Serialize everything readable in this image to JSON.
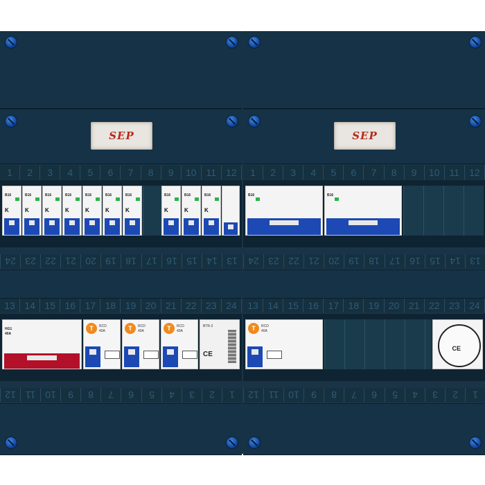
{
  "brand": "SEP",
  "top_numbers": [
    "1",
    "2",
    "3",
    "4",
    "5",
    "6",
    "7",
    "8",
    "9",
    "10",
    "11",
    "12"
  ],
  "mid_numbers_flipped": [
    "24",
    "23",
    "22",
    "21",
    "20",
    "19",
    "18",
    "17",
    "16",
    "15",
    "14",
    "13"
  ],
  "row2_numbers": [
    "13",
    "14",
    "15",
    "16",
    "17",
    "18",
    "19",
    "20",
    "21",
    "22",
    "23",
    "24"
  ],
  "bottom_numbers_flipped": [
    "12",
    "11",
    "10",
    "9",
    "8",
    "7",
    "6",
    "5",
    "4",
    "3",
    "2",
    "1"
  ],
  "left_row1_breakers": [
    {
      "rating": "B16",
      "k": "K"
    },
    {
      "rating": "B16",
      "k": "K"
    },
    {
      "rating": "B16",
      "k": "K"
    },
    {
      "rating": "B16",
      "k": "K"
    },
    {
      "rating": "B16",
      "k": "K"
    },
    {
      "rating": "B16",
      "k": "K"
    },
    {
      "rating": "B16",
      "k": "K"
    }
  ],
  "left_row1_breakers_b": [
    {
      "rating": "B16",
      "k": "K"
    },
    {
      "rating": "B16",
      "k": "K"
    },
    {
      "rating": "B16",
      "k": "K"
    }
  ],
  "right_row1": [
    {
      "rating": "B16"
    },
    {
      "rating": "B16"
    }
  ],
  "left_row2_main": {
    "label": "HG1",
    "rating": "40A"
  },
  "rcd_units": [
    {
      "mark": "T",
      "label": "RCD",
      "rating": "40A"
    },
    {
      "mark": "T",
      "label": "RCD",
      "rating": "40A"
    },
    {
      "mark": "T",
      "label": "RCD",
      "rating": "40A"
    },
    {
      "mark": "T",
      "label": "RCD",
      "rating": "40A"
    }
  ],
  "bell_label": "BTR-2",
  "colors": {
    "panel": "#163246",
    "breaker_handle": "#1c49b4",
    "main_switch": "#b3102a",
    "rcd_badge": "#f08a1c",
    "led": "#2db34a"
  }
}
